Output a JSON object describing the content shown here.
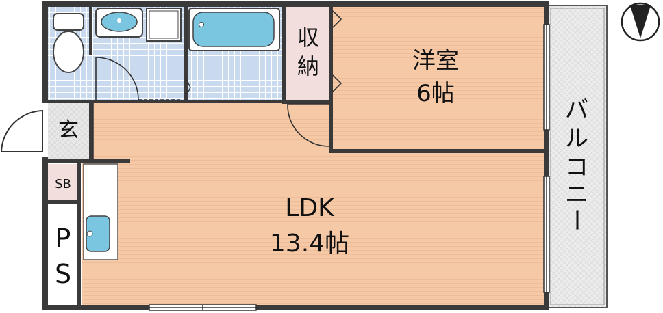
{
  "rooms": {
    "western": {
      "name": "洋室",
      "size": "6帖"
    },
    "ldk": {
      "name": "LDK",
      "size": "13.4帖"
    },
    "storage": {
      "line1": "収",
      "line2": "納"
    },
    "entrance": {
      "label": "玄"
    },
    "shoebox": {
      "label": "SB"
    },
    "pipe_space": {
      "line1": "P",
      "line2": "S"
    },
    "balcony": {
      "line1": "バ",
      "line2": "ル",
      "line3": "コ",
      "line4": "ニ",
      "line5": "ー"
    }
  },
  "colors": {
    "wall": "#3a3a3a",
    "floor_wood": "#f6c9a6",
    "floor_stripe": "#eebc98",
    "tile": "#c9d9ee",
    "tile_line": "#ffffff",
    "storage": "#f3dede",
    "balcony": "#e8e8e8",
    "fixture": "#7ac6e0"
  },
  "compass": {
    "icon": "north-arrow-icon"
  }
}
